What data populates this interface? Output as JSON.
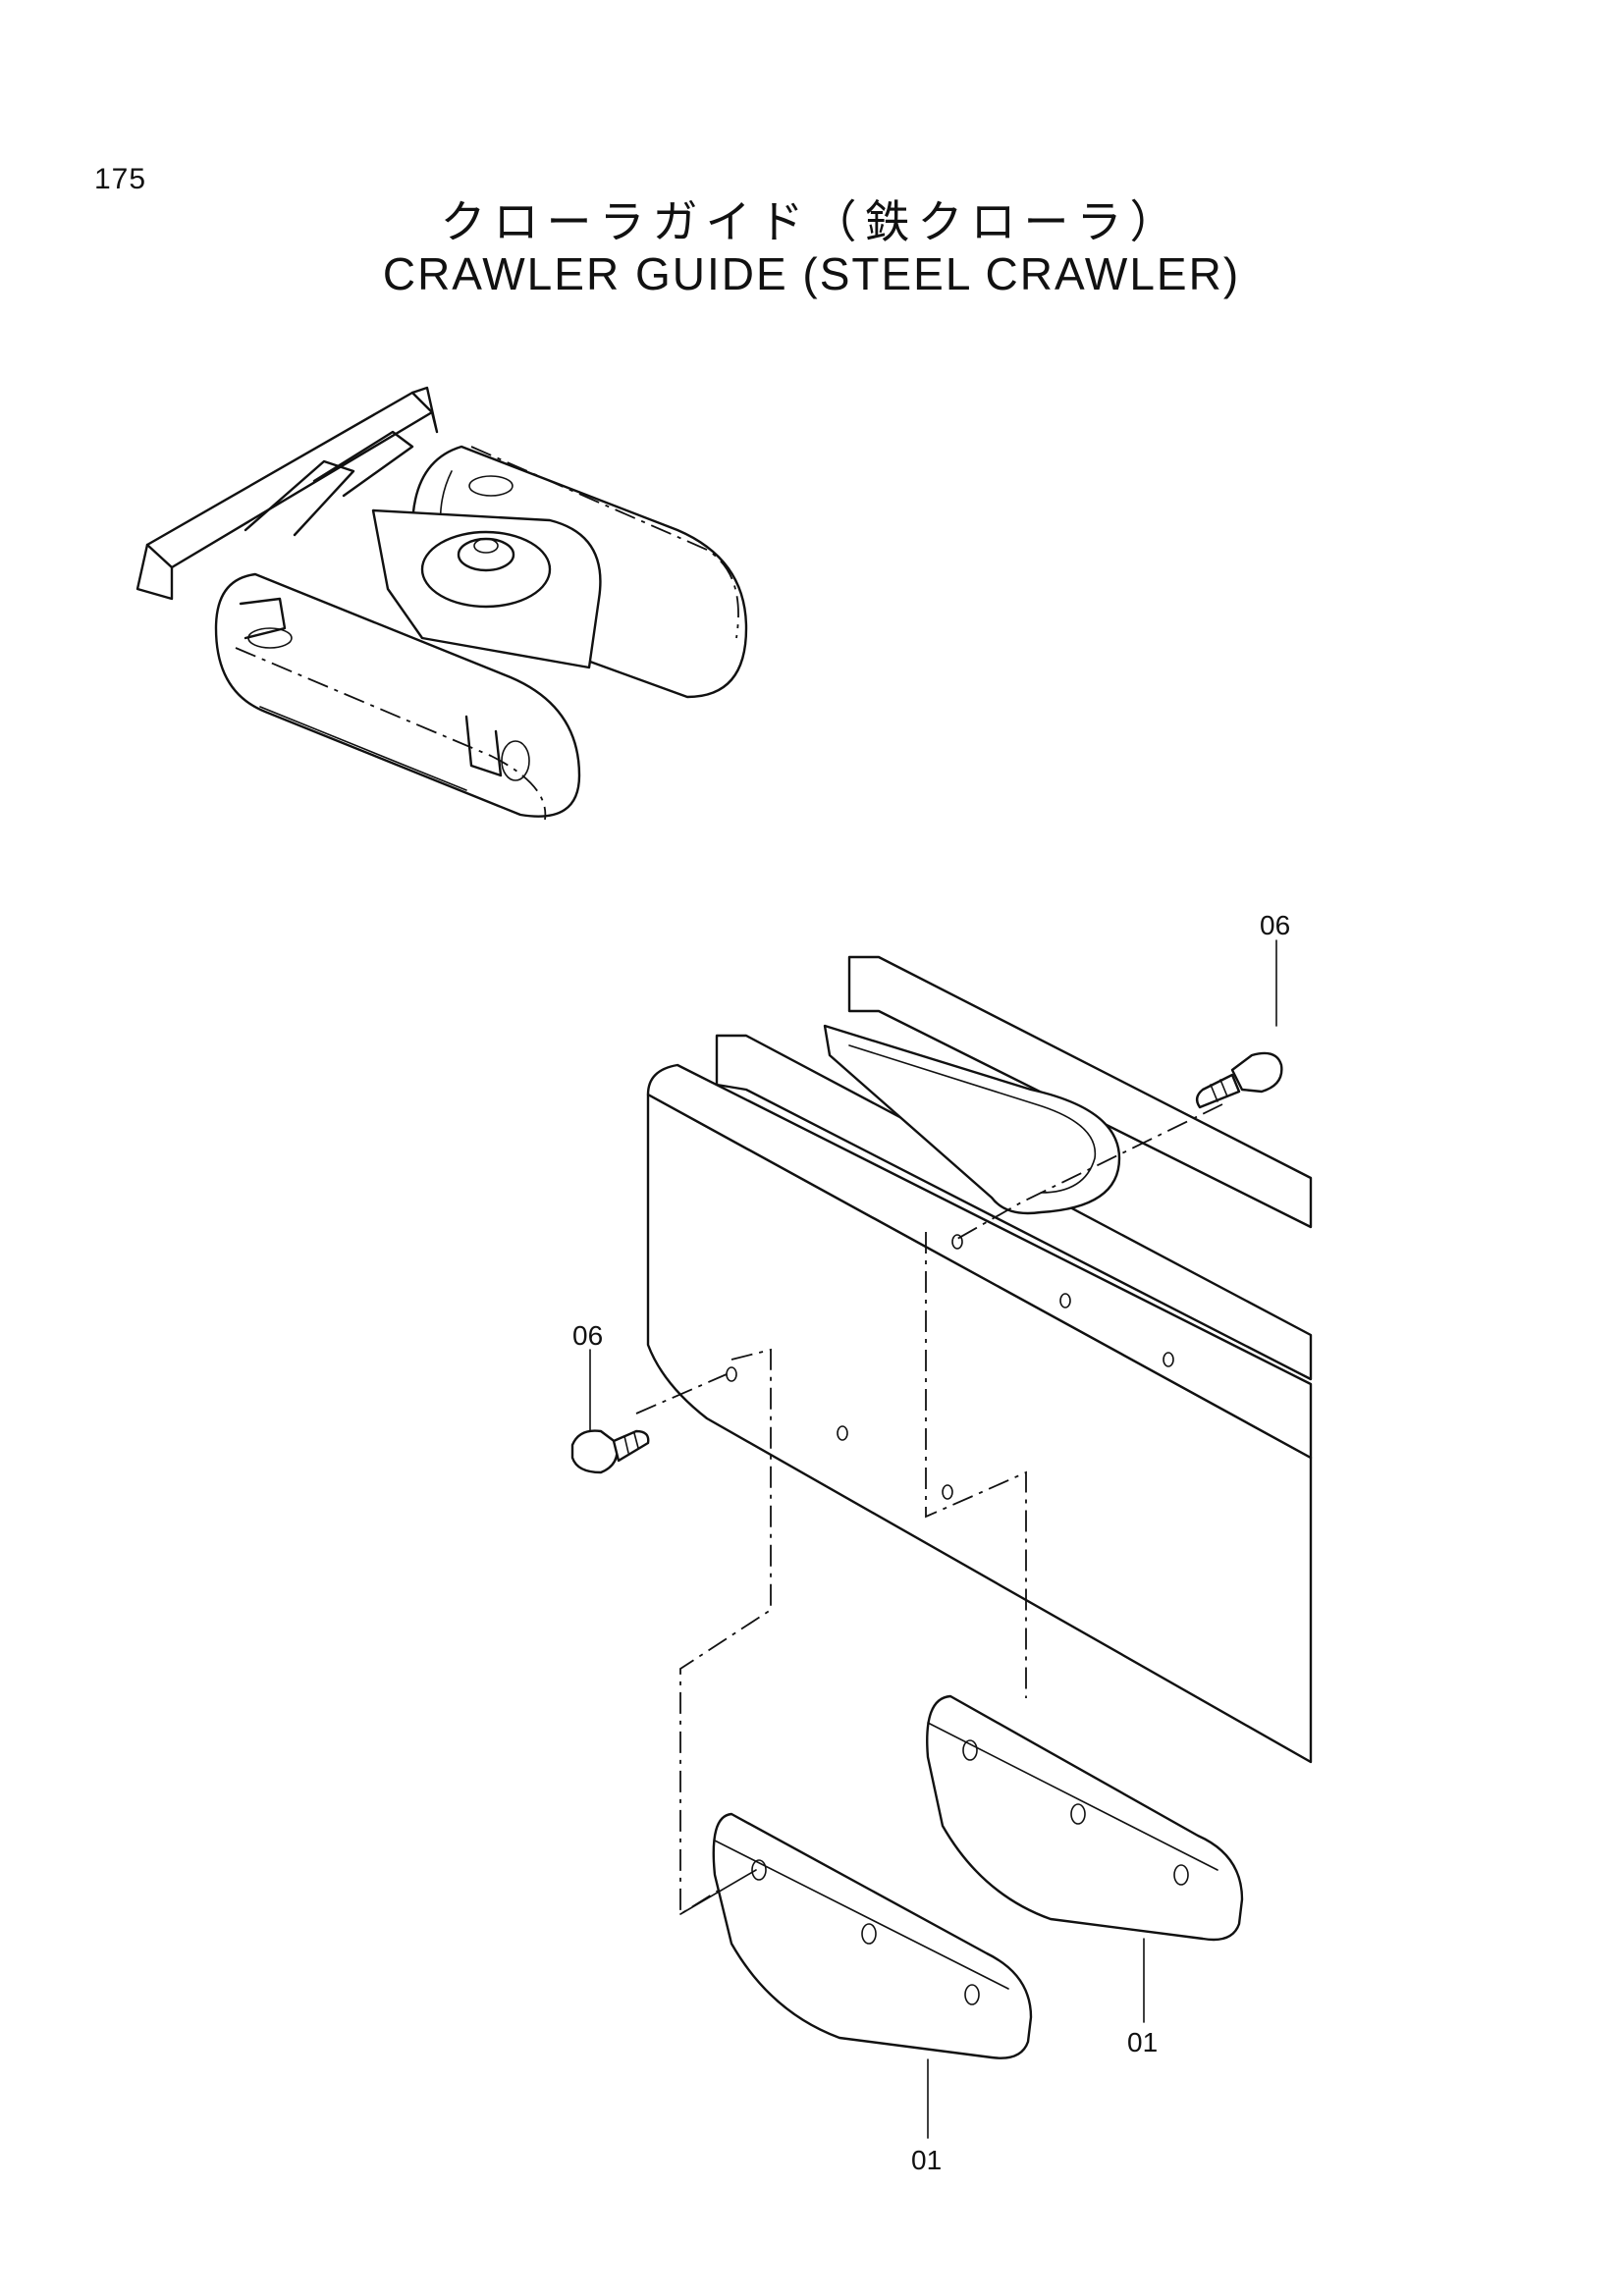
{
  "page": {
    "number": "175",
    "title_jp": "クローラガイド（鉄クローラ）",
    "title_en": "CRAWLER GUIDE (STEEL CRAWLER)"
  },
  "callouts": {
    "bolt_upper": "06",
    "bolt_lower": "06",
    "guide_right": "01",
    "guide_left": "01"
  }
}
